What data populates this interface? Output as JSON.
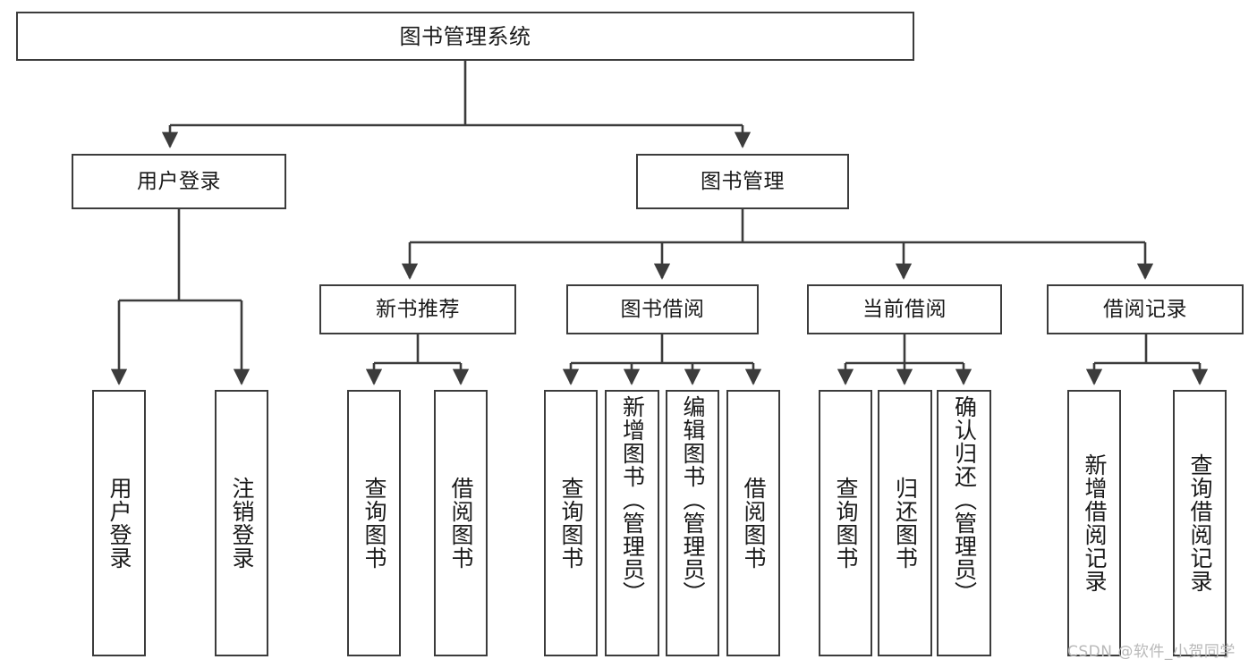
{
  "diagram": {
    "title": "图书管理系统",
    "type": "hierarchy-tree",
    "root": {
      "label": "图书管理系统"
    },
    "level1": [
      {
        "label": "用户登录"
      },
      {
        "label": "图书管理"
      }
    ],
    "level2": [
      {
        "label": "新书推荐"
      },
      {
        "label": "图书借阅"
      },
      {
        "label": "当前借阅"
      },
      {
        "label": "借阅记录"
      }
    ],
    "leaves": {
      "user_login": [
        {
          "label": "用户登录"
        },
        {
          "label": "注销登录"
        }
      ],
      "new_book_recommend": [
        {
          "label": "查询图书"
        },
        {
          "label": "借阅图书"
        }
      ],
      "book_borrow": [
        {
          "label": "查询图书"
        },
        {
          "label": "新增图书（管理员）"
        },
        {
          "label": "编辑图书（管理员）"
        },
        {
          "label": "借阅图书"
        }
      ],
      "current_borrow": [
        {
          "label": "查询图书"
        },
        {
          "label": "归还图书"
        },
        {
          "label": "确认归还（管理员）"
        }
      ],
      "borrow_record": [
        {
          "label": "新增借阅记录"
        },
        {
          "label": "查询借阅记录"
        }
      ]
    }
  },
  "watermark": {
    "text": "CSDN @软件_小贺同学"
  },
  "colors": {
    "stroke": "#3c3c3c",
    "fill": "#ffffff",
    "text": "#1a1a1a",
    "watermark": "#b9b9b9"
  }
}
